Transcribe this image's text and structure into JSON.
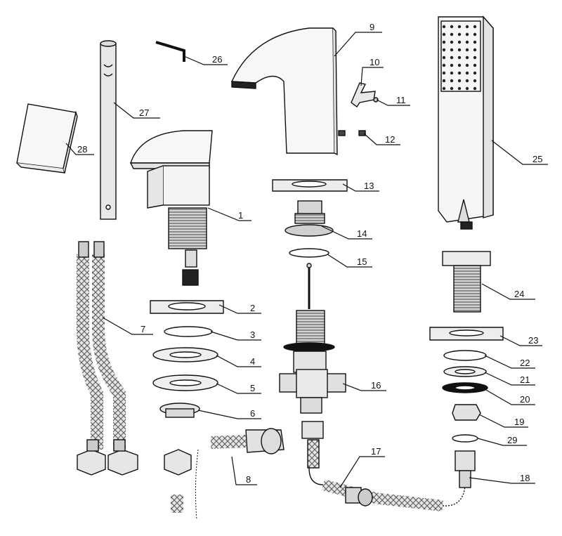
{
  "callouts": [
    {
      "id": "c1",
      "label": "1"
    },
    {
      "id": "c2",
      "label": "2"
    },
    {
      "id": "c3",
      "label": "3"
    },
    {
      "id": "c4",
      "label": "4"
    },
    {
      "id": "c5",
      "label": "5"
    },
    {
      "id": "c6",
      "label": "6"
    },
    {
      "id": "c7",
      "label": "7"
    },
    {
      "id": "c8",
      "label": "8"
    },
    {
      "id": "c9",
      "label": "9"
    },
    {
      "id": "c10",
      "label": "10"
    },
    {
      "id": "c11",
      "label": "11"
    },
    {
      "id": "c12",
      "label": "12"
    },
    {
      "id": "c13",
      "label": "13"
    },
    {
      "id": "c14",
      "label": "14"
    },
    {
      "id": "c15",
      "label": "15"
    },
    {
      "id": "c16",
      "label": "16"
    },
    {
      "id": "c17",
      "label": "17"
    },
    {
      "id": "c18",
      "label": "18"
    },
    {
      "id": "c19",
      "label": "19"
    },
    {
      "id": "c20",
      "label": "20"
    },
    {
      "id": "c21",
      "label": "21"
    },
    {
      "id": "c22",
      "label": "22"
    },
    {
      "id": "c23",
      "label": "23"
    },
    {
      "id": "c24",
      "label": "24"
    },
    {
      "id": "c25",
      "label": "25"
    },
    {
      "id": "c26",
      "label": "26"
    },
    {
      "id": "c27",
      "label": "27"
    },
    {
      "id": "c28",
      "label": "28"
    },
    {
      "id": "c29",
      "label": "29"
    }
  ]
}
